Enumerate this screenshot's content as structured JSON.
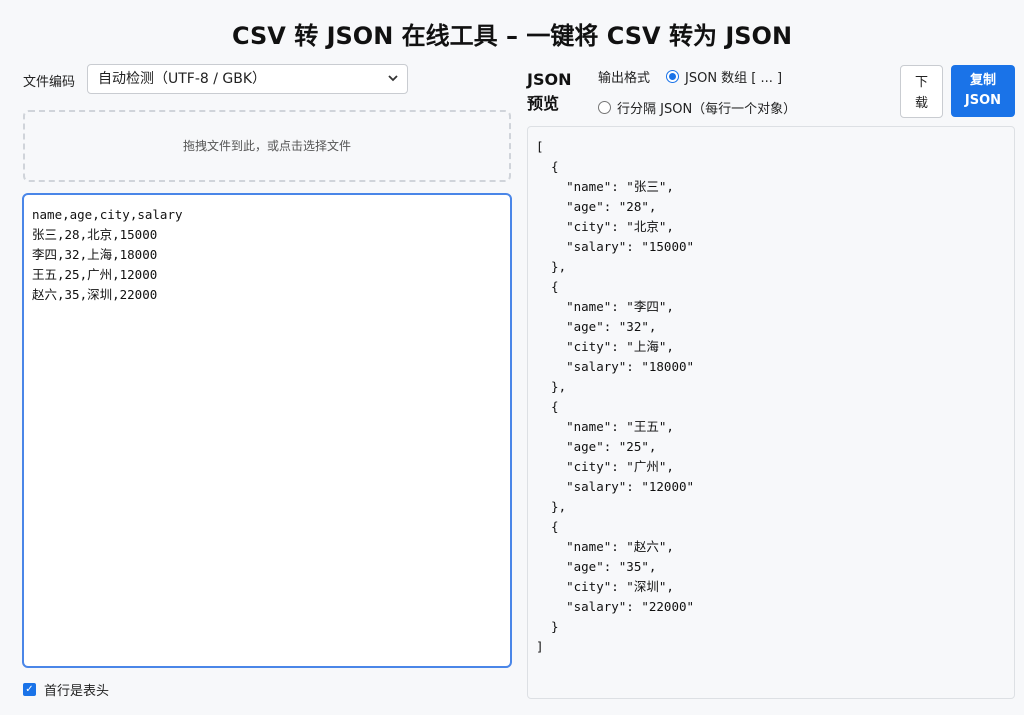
{
  "page_title": "CSV 转 JSON 在线工具 – 一键将 CSV 转为 JSON",
  "encoding": {
    "label": "文件编码",
    "selected": "自动检测（UTF-8 / GBK）"
  },
  "dropzone": {
    "text": "拖拽文件到此，或点击选择文件"
  },
  "csv_input": {
    "value": "name,age,city,salary\n张三,28,北京,15000\n李四,32,上海,18000\n王五,25,广州,12000\n赵六,35,深圳,22000"
  },
  "header_option": {
    "label": "首行是表头",
    "checked": true
  },
  "json_panel": {
    "title": "JSON 预览",
    "format_label": "输出格式",
    "option_array": "JSON 数组 [ ... ]",
    "option_lines": "行分隔 JSON（每行一个对象）",
    "selected_format": "array",
    "download_label": "下载",
    "copy_label": "复制 JSON"
  },
  "json_output": "[\n  {\n    \"name\": \"张三\",\n    \"age\": \"28\",\n    \"city\": \"北京\",\n    \"salary\": \"15000\"\n  },\n  {\n    \"name\": \"李四\",\n    \"age\": \"32\",\n    \"city\": \"上海\",\n    \"salary\": \"18000\"\n  },\n  {\n    \"name\": \"王五\",\n    \"age\": \"25\",\n    \"city\": \"广州\",\n    \"salary\": \"12000\"\n  },\n  {\n    \"name\": \"赵六\",\n    \"age\": \"35\",\n    \"city\": \"深圳\",\n    \"salary\": \"22000\"\n  }\n]",
  "colors": {
    "accent": "#1a73e8",
    "input_border": "#4a86e8"
  }
}
